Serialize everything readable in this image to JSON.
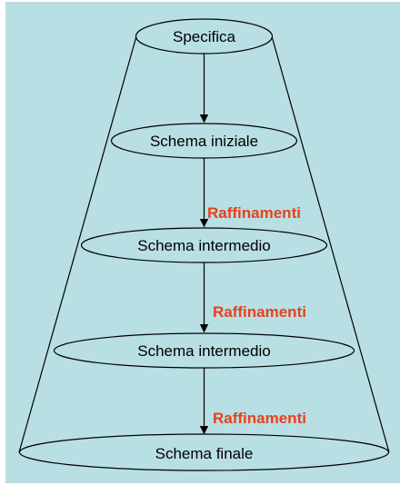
{
  "levels": [
    {
      "label": "Specifica"
    },
    {
      "label": "Schema iniziale"
    },
    {
      "label": "Schema intermedio"
    },
    {
      "label": "Schema intermedio"
    },
    {
      "label": "Schema finale"
    }
  ],
  "refinements": [
    {
      "label": "Raffinamenti"
    },
    {
      "label": "Raffinamenti"
    },
    {
      "label": "Raffinamenti"
    }
  ],
  "colors": {
    "background": "#b8dfe3",
    "refinement_text": "#e8401c",
    "stroke": "#000000"
  }
}
